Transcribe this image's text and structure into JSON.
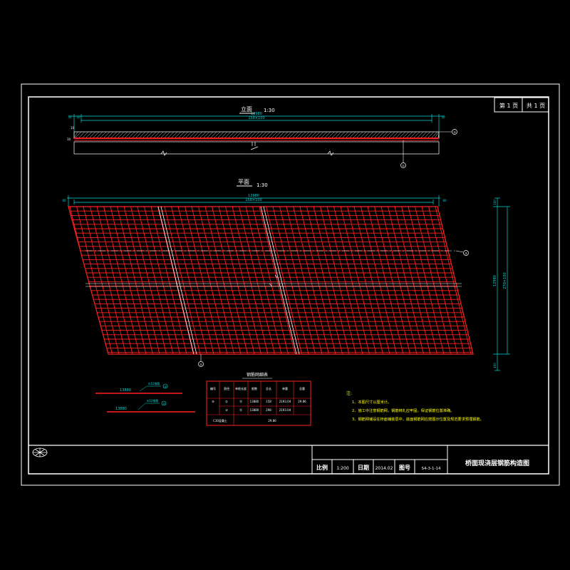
{
  "sheet": {
    "page_current": "第 1 页",
    "page_total": "共 1 页"
  },
  "elevation": {
    "title": "立面",
    "scale": "1:30",
    "dim_top": "12980",
    "dim_sub": "158×100",
    "dim_left": "50",
    "dim_left2": "10",
    "dim_right": "50",
    "dim_side": "10",
    "side_label": "10",
    "marker_1": "①",
    "marker_2": "②"
  },
  "plan": {
    "title": "平面",
    "scale": "1:30",
    "dim_top": "12980",
    "dim_sub": "158×100",
    "dim_left": "60",
    "dim_right": "60",
    "dim_side_total": "12980",
    "dim_side_sub": "270×100",
    "dim_side_top": "100",
    "dim_side_bottom": "400",
    "marker_1": "①",
    "marker_2": "②"
  },
  "rebar_details": [
    {
      "label": "⑤12钢筋",
      "length": "13880",
      "marker": "①"
    },
    {
      "label": "⑤12钢筋",
      "length": "13880",
      "marker": "②"
    }
  ],
  "table": {
    "title": "钢筋网细表",
    "headers": [
      "编号",
      "直径",
      "单根长度",
      "根数",
      "总长",
      "单重",
      "总重"
    ],
    "rows": [
      [
        "⑩",
        "①",
        "⑫",
        "13880",
        "158",
        "2193.04",
        "29.86"
      ],
      [
        "",
        "②",
        "⑫",
        "13880",
        "298",
        "2193.04",
        ""
      ]
    ],
    "footer_label": "C30混凝土",
    "footer_value": "29.86"
  },
  "notes": {
    "heading": "注:",
    "items": [
      "1、本图尺寸以厘米计。",
      "2、施工中注意钢筋网，钢筋绑扎应牢固，保证钢筋位置准确。",
      "3、钢筋网铺设在桥面铺装层中，底面钢筋网应按图示位置及规范要求预埋钢筋。"
    ]
  },
  "title_block": {
    "scale_label": "比例",
    "scale_value": "1:200",
    "date_label": "日期",
    "date_value": "2014.02",
    "drawing_no_label": "图号",
    "drawing_no_value": "S4-3-1-14",
    "drawing_title": "桥面现浇层钢筋构造图"
  },
  "colors": {
    "background": "#000000",
    "frame": "#ffffff",
    "mesh": "#ff2020",
    "dims": "#00d8d8",
    "text": "#ffff00"
  }
}
